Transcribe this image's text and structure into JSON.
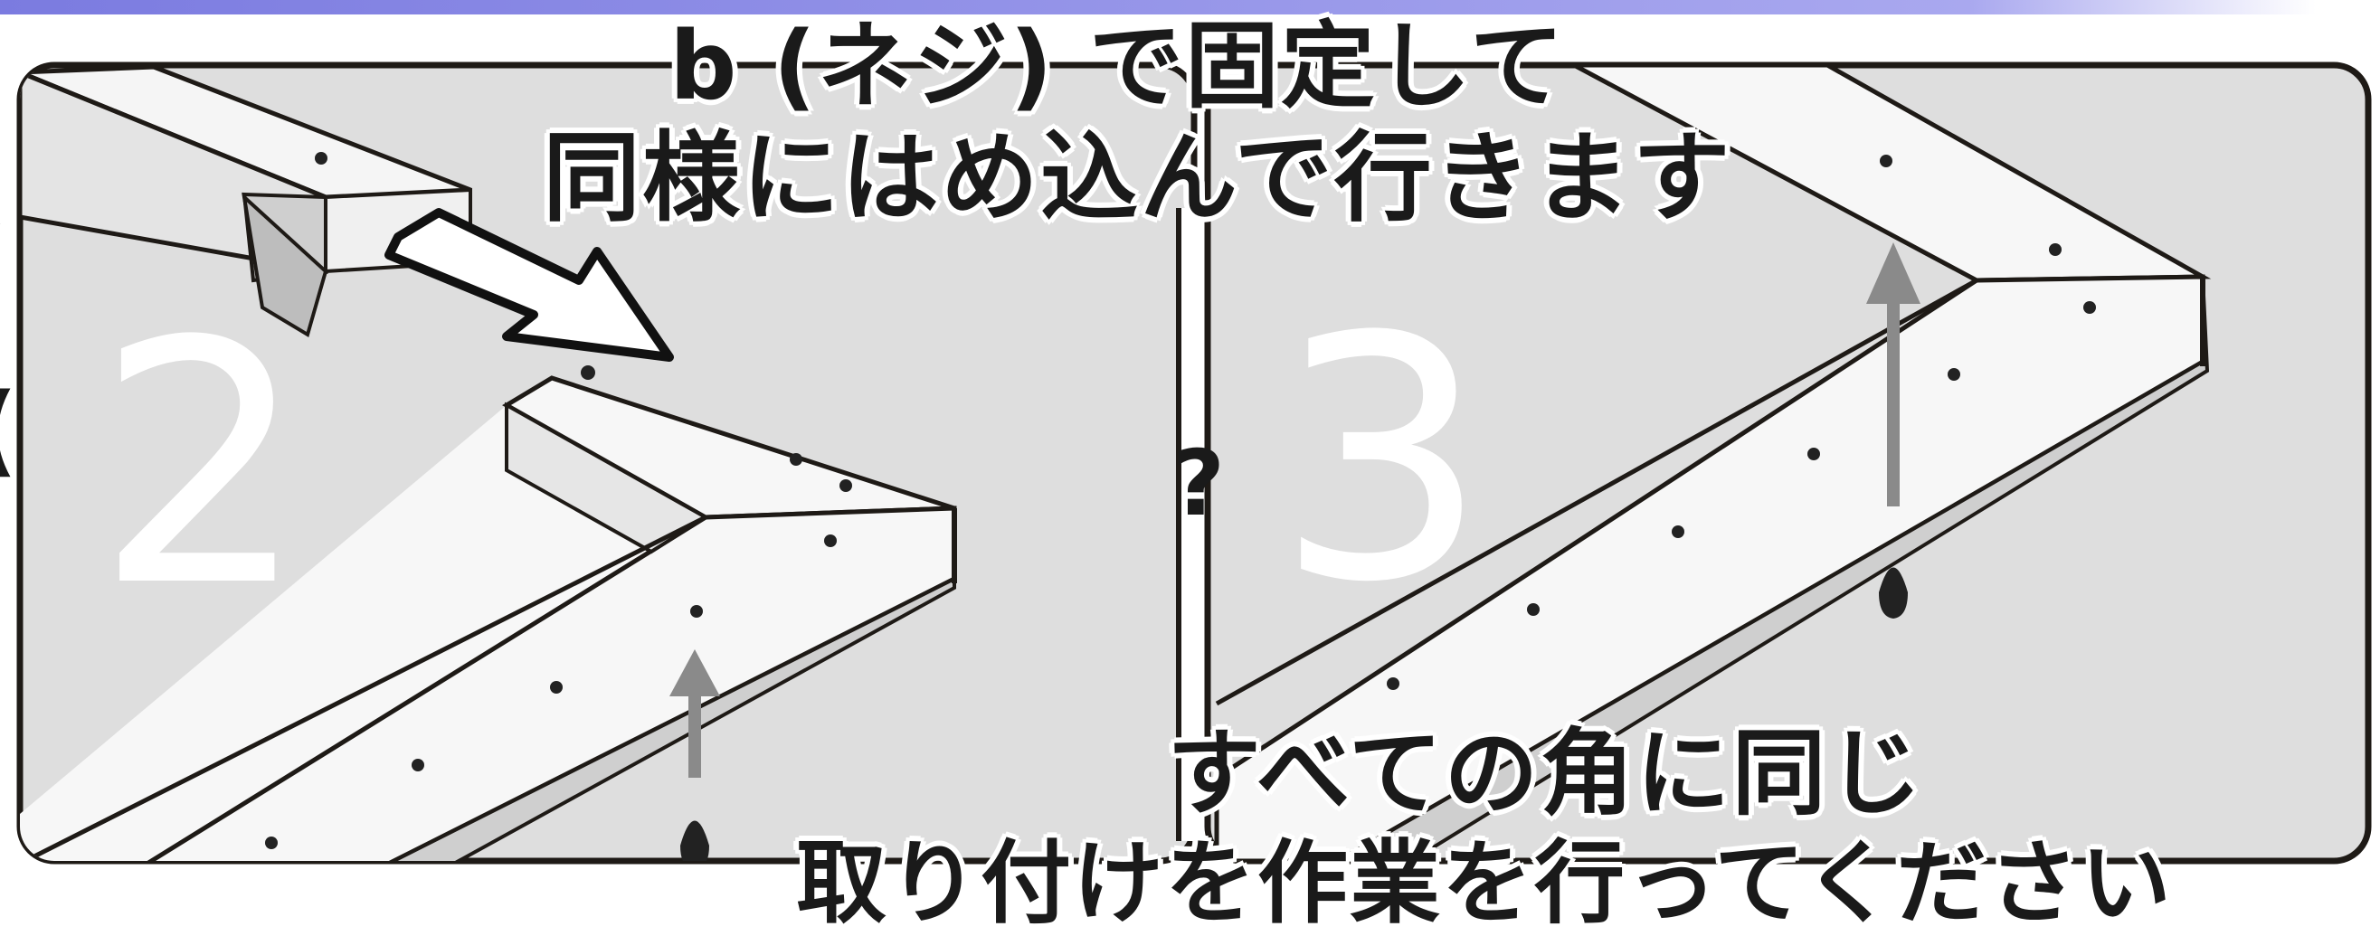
{
  "captions": {
    "line1": "b (ネジ) で固定して",
    "line2": "同様にはめ込んで行きます",
    "line3": "すべての角に同じ",
    "line4": "取り付けを作業を行ってください"
  },
  "steps": {
    "left": "2",
    "right": "3"
  },
  "side_glyphs": {
    "left_top": "\\",
    "left_bottom": "(",
    "middle": "?"
  },
  "colors": {
    "panel_bg": "#dedede",
    "frame_top": "#f7f7f7",
    "frame_side": "#cfcfcf",
    "outline": "#1e1a16",
    "arrow_gray": "#8a8a8a",
    "screw": "#222222",
    "header_bar": "#8f8ee6"
  }
}
